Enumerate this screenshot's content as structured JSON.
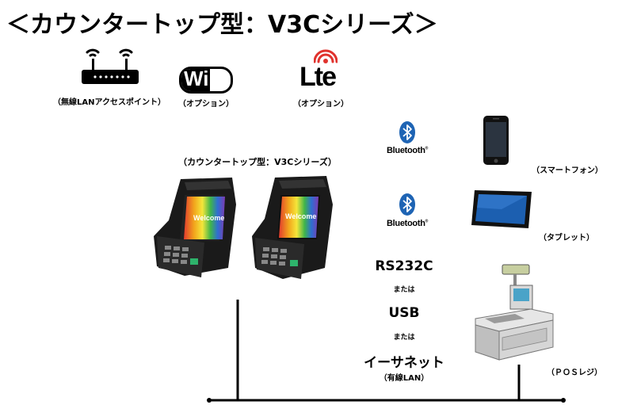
{
  "title": "＜カウンタートップ型：V3Cシリーズ＞",
  "top_devices": {
    "router_caption": "（無線LANアクセスポイント）",
    "wifi_logo": "WiFi",
    "wifi_caption": "（オプション）",
    "lte_logo": "Lte",
    "lte_caption": "（オプション）"
  },
  "terminal_caption": "（カウンタートップ型：V3Cシリーズ）",
  "terminal_screen_text": "Welcome",
  "bluetooth": {
    "logo_text": "Bluetooth",
    "mark": "®",
    "smartphone_caption": "（スマートフォン）",
    "tablet_caption": "（タブレット）"
  },
  "wired": {
    "rs232c": "RS232C",
    "or1": "または",
    "usb": "USB",
    "or2": "または",
    "ethernet": "イーサネット",
    "ethernet_sub": "（有線LAN）"
  },
  "pos_caption": "（ＰＯＳレジ）",
  "colors": {
    "bluetooth_blue": "#1e64b4",
    "lte_red": "#e0322d",
    "tablet_blue": "#1c5fb0",
    "line": "#000000"
  }
}
